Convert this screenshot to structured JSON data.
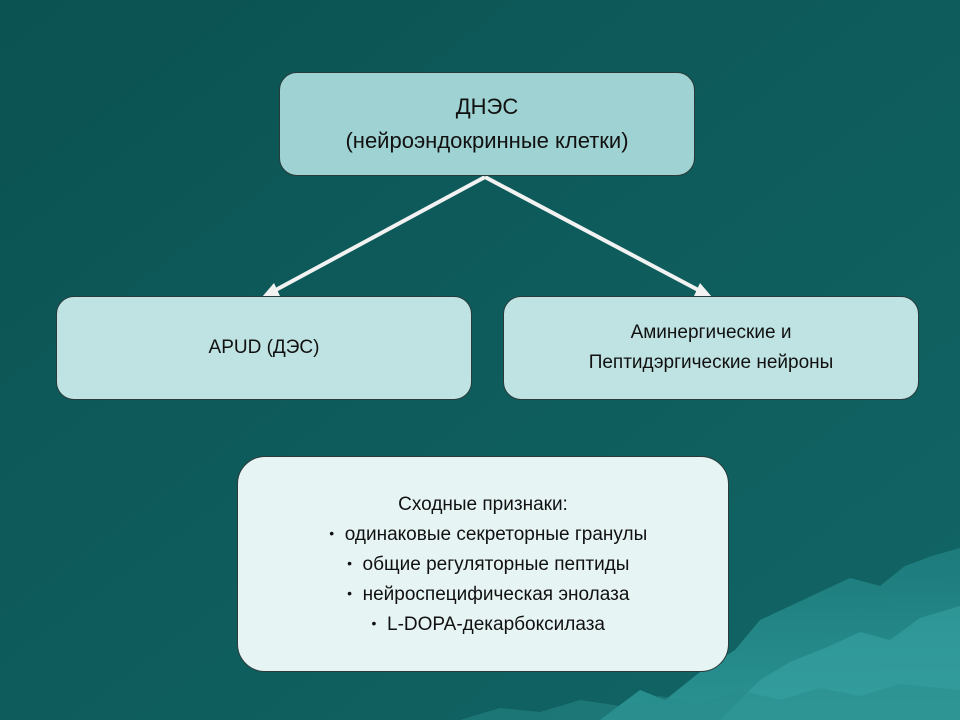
{
  "slide": {
    "top_box": {
      "line1": "ДНЭС",
      "line2": "(нейроэндокринные клетки)"
    },
    "left_box": {
      "label": "APUD (ДЭС)"
    },
    "right_box": {
      "line1": "Аминергические и",
      "line2": "Пептидэргические нейроны"
    },
    "bottom_box": {
      "heading": "Сходные признаки:",
      "bullets": [
        "одинаковые секреторные гранулы",
        "общие регуляторные пептиды",
        "нейроспецифическая энолаза",
        "L-DOPA-декарбоксилаза"
      ]
    },
    "colors": {
      "background": "#0f5a5a",
      "top_box_fill": "#9fd2d2",
      "side_box_fill": "#bfe2e2",
      "bottom_box_fill": "#e7f4f4",
      "arrow": "#f2f2f2"
    }
  }
}
